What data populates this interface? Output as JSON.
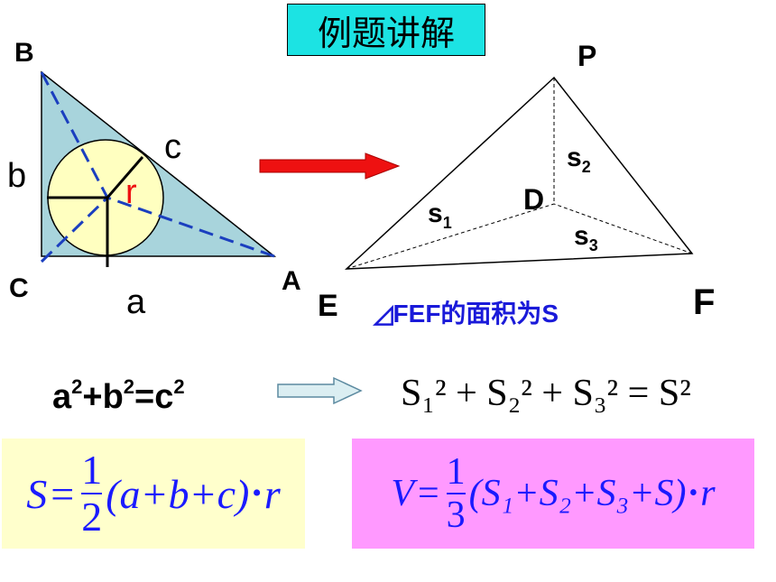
{
  "title": "例题讲解",
  "triangle": {
    "vertex_b": "B",
    "vertex_c": "C",
    "vertex_a": "A",
    "side_a": "a",
    "side_b": "b",
    "side_c": "c",
    "radius": "r"
  },
  "pyramid": {
    "vertex_p": "P",
    "vertex_d": "D",
    "vertex_e": "E",
    "vertex_f": "F",
    "face1": "s",
    "face1_sub": "1",
    "face2": "s",
    "face2_sub": "2",
    "face3": "s",
    "face3_sub": "3"
  },
  "area_caption": {
    "symbol": "◿",
    "text": "FEF的面积为S"
  },
  "pythagoras": {
    "a": "a",
    "b": "+b",
    "c": "=c",
    "exp": "2"
  },
  "pythagoras_3d": {
    "text": "S₁² + S₂² + S₃² = S²"
  },
  "formula_2d": {
    "lhs": "S",
    "eq": "=",
    "num": "1",
    "den": "2",
    "rest": "(a+b+c)",
    "dot": "•",
    "r": "r"
  },
  "formula_3d": {
    "lhs": "V",
    "eq": "=",
    "num": "1",
    "den": "3",
    "rest": "(S₁+S₂+S₃+S)",
    "dot": "•",
    "r": "r"
  },
  "colors": {
    "title_bg": "#1ce3e3",
    "triangle_fill": "#a8d4dc",
    "circle_fill": "#ffffc0",
    "dash_blue": "#1b3fbf",
    "arrow_red": "#ee1111",
    "formula_2d_bg": "#ffffcc",
    "formula_3d_bg": "#ff99ff",
    "formula_text": "#1a1aff"
  }
}
